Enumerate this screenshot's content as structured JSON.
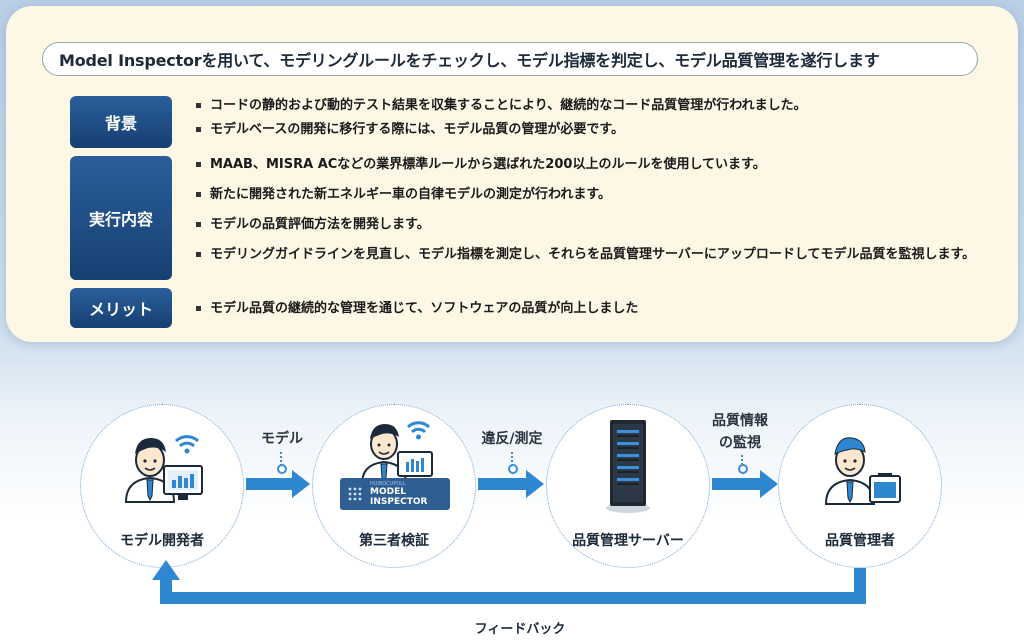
{
  "headline": "Model Inspectorを用いて、モデリングルールをチェックし、モデル指標を判定し、モデル品質管理を遂行します",
  "sections": [
    {
      "label": "背景",
      "bullets": [
        "コードの静的および動的テスト結果を収集することにより、継続的なコード品質管理が行われました。",
        "モデルベースの開発に移行する際には、モデル品質の管理が必要です。"
      ]
    },
    {
      "label": "実行内容",
      "bullets": [
        "MAAB、MISRA ACなどの業界標準ルールから選ばれた200以上のルールを使用しています。",
        "新たに開発された新エネルギー車の自律モデルの測定が行われます。",
        "モデルの品質評価方法を開発します。",
        "モデリングガイドラインを見直し、モデル指標を測定し、それらを品質管理サーバーにアップロードしてモデル品質を監視します。"
      ]
    },
    {
      "label": "メリット",
      "bullets": [
        "モデル品質の継続的な管理を通じて、ソフトウェアの品質が向上しました"
      ]
    }
  ],
  "flow": {
    "nodes": [
      {
        "label": "モデル開発者",
        "icon": "developer-icon"
      },
      {
        "label": "第三者検証",
        "icon": "verifier-icon",
        "badge_top": "HUIBOCUPOLL",
        "badge_line1": "MODEL",
        "badge_line2": "INSPECTOR"
      },
      {
        "label": "品質管理サーバー",
        "icon": "server-icon"
      },
      {
        "label": "品質管理者",
        "icon": "manager-icon"
      }
    ],
    "edges": [
      {
        "label": "モデル"
      },
      {
        "label": "違反/測定"
      },
      {
        "label_line1": "品質情報",
        "label_line2": "の監視"
      }
    ],
    "feedback_label": "フィードバック"
  },
  "colors": {
    "accent": "#2f86d1",
    "label_box": "#1f4f87",
    "card_bg": "#fdf8e6"
  }
}
